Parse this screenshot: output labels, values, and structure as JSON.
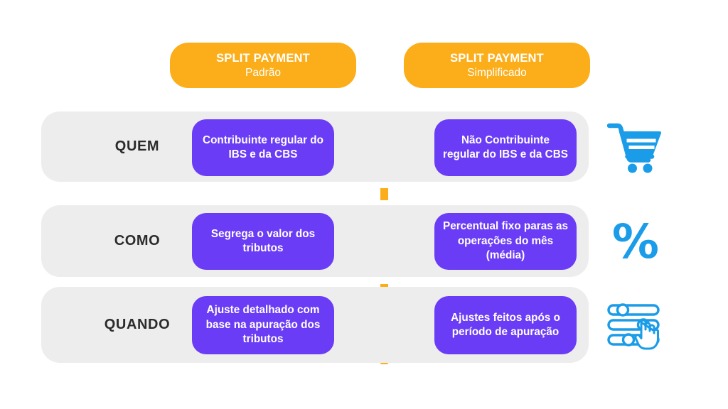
{
  "columns": [
    {
      "title": "SPLIT PAYMENT",
      "subtitle": "Padrão"
    },
    {
      "title": "SPLIT PAYMENT",
      "subtitle": "Simplificado"
    }
  ],
  "rows": [
    {
      "label": "QUEM",
      "standard": "Contribuinte regular do IBS e da CBS",
      "simplified": "Não Contribuinte regular do IBS e da CBS",
      "icon": "shopping-cart-icon"
    },
    {
      "label": "COMO",
      "standard": "Segrega o valor dos tributos",
      "simplified": "Percentual fixo paras as operações do mês (média)",
      "icon": "percent-icon"
    },
    {
      "label": "QUANDO",
      "standard": "Ajuste detalhado com base na apuração dos tributos",
      "simplified": "Ajustes feitos após o período de apuração",
      "icon": "sliders-hand-icon"
    }
  ],
  "colors": {
    "orange": "#FBAE19",
    "purple": "#6B3CF5",
    "blue": "#1B9CE8",
    "row_grey": "#EDEDED",
    "label_text": "#2b2b2b",
    "background": "#ffffff"
  },
  "divider": {
    "style": "vertical-dashed",
    "color": "#FBAE19"
  },
  "icons": {
    "percent_glyph": "%"
  }
}
